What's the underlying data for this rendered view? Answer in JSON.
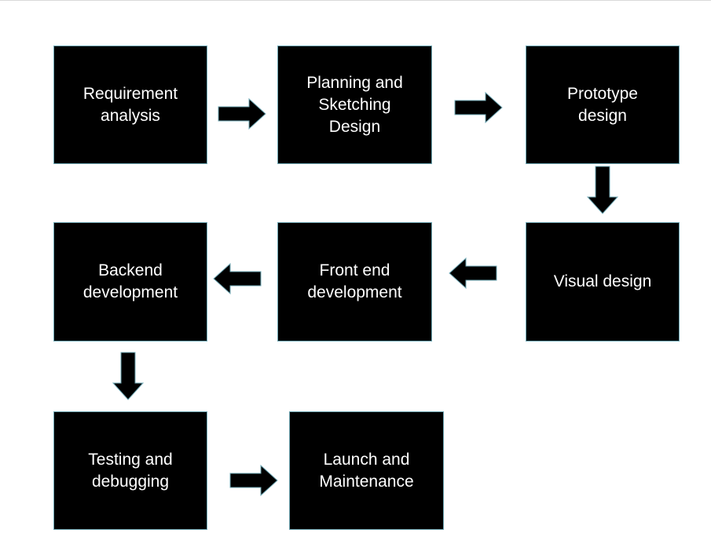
{
  "diagram": {
    "nodes": [
      {
        "id": "requirement",
        "label": "Requirement\nanalysis"
      },
      {
        "id": "planning",
        "label": "Planning and\nSketching\nDesign"
      },
      {
        "id": "prototype",
        "label": "Prototype\ndesign"
      },
      {
        "id": "visual",
        "label": "Visual design"
      },
      {
        "id": "frontend",
        "label": "Front end\ndevelopment"
      },
      {
        "id": "backend",
        "label": "Backend\ndevelopment"
      },
      {
        "id": "testing",
        "label": "Testing and\ndebugging"
      },
      {
        "id": "launch",
        "label": "Launch and\nMaintenance"
      }
    ],
    "edges": [
      {
        "from": "requirement",
        "to": "planning",
        "direction": "right"
      },
      {
        "from": "planning",
        "to": "prototype",
        "direction": "right"
      },
      {
        "from": "prototype",
        "to": "visual",
        "direction": "down"
      },
      {
        "from": "visual",
        "to": "frontend",
        "direction": "left"
      },
      {
        "from": "frontend",
        "to": "backend",
        "direction": "left"
      },
      {
        "from": "backend",
        "to": "testing",
        "direction": "down"
      },
      {
        "from": "testing",
        "to": "launch",
        "direction": "right"
      }
    ],
    "colors": {
      "box_fill": "#000000",
      "box_border": "#6fa8b5",
      "text": "#ffffff",
      "arrow_fill": "#000000",
      "arrow_stroke": "#6fa8b5"
    }
  }
}
